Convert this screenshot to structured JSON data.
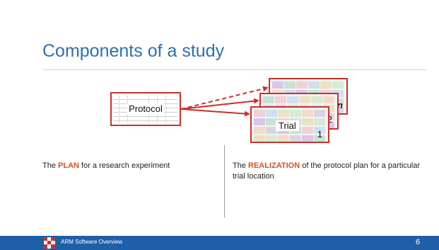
{
  "slide": {
    "title": "Components of a study",
    "protocol_label": "Protocol",
    "trial_label": "Trial",
    "trial_number_1": "1",
    "trial_number_2": "2",
    "trial_number_n": "n",
    "plan": {
      "pre": "The ",
      "keyword": "PLAN",
      "post": " for a research experiment"
    },
    "realization": {
      "pre": "The ",
      "keyword": "REALIZATION",
      "post": " of the protocol plan for a particular trial location"
    }
  },
  "footer": {
    "label": "ARM Software Overview",
    "page_number": "6"
  },
  "colors": {
    "title": "#2f6eb5",
    "accent_red": "#c9312c",
    "keyword": "#d9501e",
    "footer_bar": "#1f5fa8"
  },
  "icons": {
    "footer_logo": "arm-checker-logo-icon"
  }
}
